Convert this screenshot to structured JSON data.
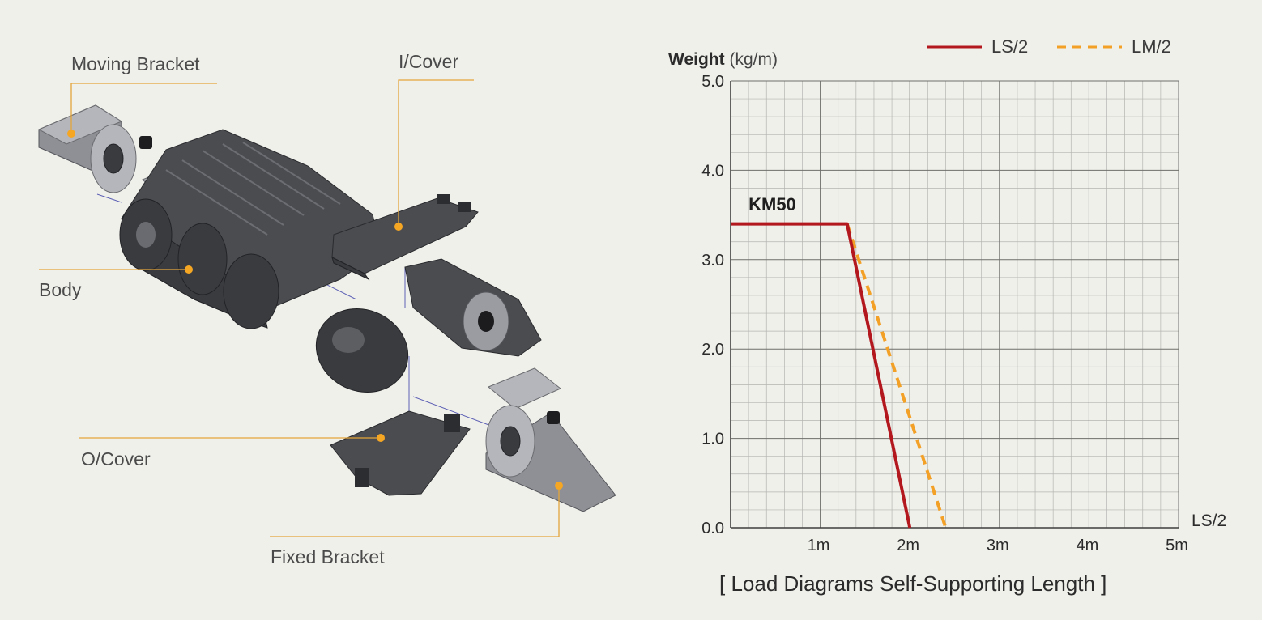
{
  "diagram": {
    "labels": {
      "moving_bracket": "Moving Bracket",
      "i_cover": "I/Cover",
      "body": "Body",
      "o_cover": "O/Cover",
      "fixed_bracket": "Fixed Bracket"
    },
    "colors": {
      "leader": "#e5a53a",
      "dot": "#f5a623",
      "part": "#4a4c50",
      "bracket": "#8e9096"
    }
  },
  "legend": {
    "ls2": "LS/2",
    "lm2": "LM/2"
  },
  "chart_data": {
    "type": "line",
    "title": "",
    "caption": "[ Load Diagrams Self-Supporting Length ]",
    "ylabel_bold": "Weight",
    "ylabel_unit": "(kg/m)",
    "xlabel": "LS/2",
    "xlim": [
      0,
      5
    ],
    "ylim": [
      0,
      5
    ],
    "grid": true,
    "minor_grid_step": 0.2,
    "y_ticks": [
      {
        "value": 0,
        "label": "0.0"
      },
      {
        "value": 1,
        "label": "1.0"
      },
      {
        "value": 2,
        "label": "2.0"
      },
      {
        "value": 3,
        "label": "3.0"
      },
      {
        "value": 4,
        "label": "4.0"
      },
      {
        "value": 5,
        "label": "5.0"
      }
    ],
    "x_ticks": [
      {
        "value": 1,
        "label": "1m"
      },
      {
        "value": 2,
        "label": "2m"
      },
      {
        "value": 3,
        "label": "3m"
      },
      {
        "value": 4,
        "label": "4m"
      },
      {
        "value": 5,
        "label": "5m"
      }
    ],
    "annotation": {
      "text": "KM50",
      "x": 0.2,
      "y": 3.55
    },
    "series": [
      {
        "name": "LS/2",
        "color": "#b3181f",
        "dash": "solid",
        "points": [
          [
            0,
            3.4
          ],
          [
            1.3,
            3.4
          ],
          [
            2.0,
            0.0
          ]
        ]
      },
      {
        "name": "LM/2",
        "color": "#f2a026",
        "dash": "dashed",
        "points": [
          [
            1.3,
            3.4
          ],
          [
            2.4,
            0.0
          ]
        ]
      }
    ]
  }
}
